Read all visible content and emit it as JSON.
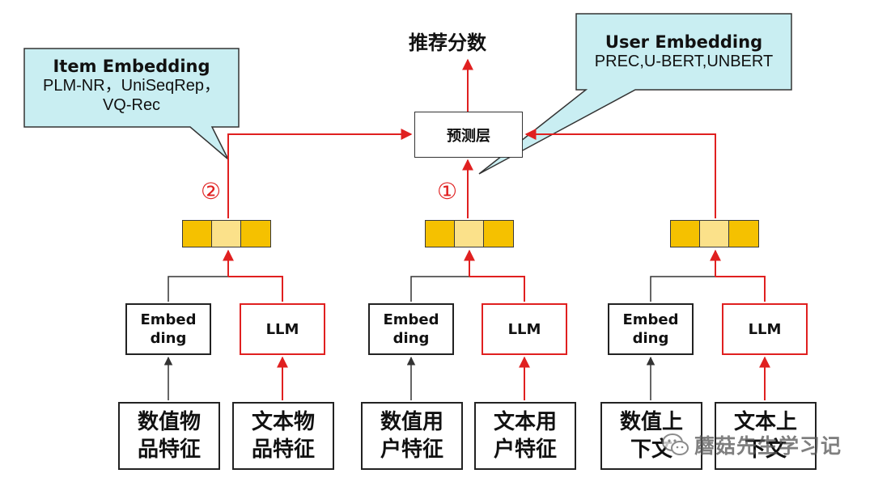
{
  "top_output": "推荐分数",
  "prediction_layer": "预测层",
  "callouts": {
    "item": {
      "title": "Item Embedding",
      "body": "PLM-NR，UniSeqRep，\nVQ-Rec"
    },
    "user": {
      "title": "User Embedding",
      "body": "PREC,U-BERT,UNBERT"
    }
  },
  "markers": {
    "left": "②",
    "center": "①"
  },
  "groups": [
    {
      "embedding": "Embed\nding",
      "llm": "LLM",
      "numeric_input": "数值物\n品特征",
      "text_input": "文本物\n品特征"
    },
    {
      "embedding": "Embed\nding",
      "llm": "LLM",
      "numeric_input": "数值用\n户特征",
      "text_input": "文本用\n户特征"
    },
    {
      "embedding": "Embed\nding",
      "llm": "LLM",
      "numeric_input": "数值上\n下文",
      "text_input": "文本上\n下文"
    }
  ],
  "watermark": {
    "text": "蘑菇先生学习记",
    "icon": "wechat-icon"
  },
  "colors": {
    "red": "#e02020",
    "callout_fill": "#c9eef2",
    "vec_dark": "#f5c100",
    "vec_light": "#fbe18a"
  }
}
